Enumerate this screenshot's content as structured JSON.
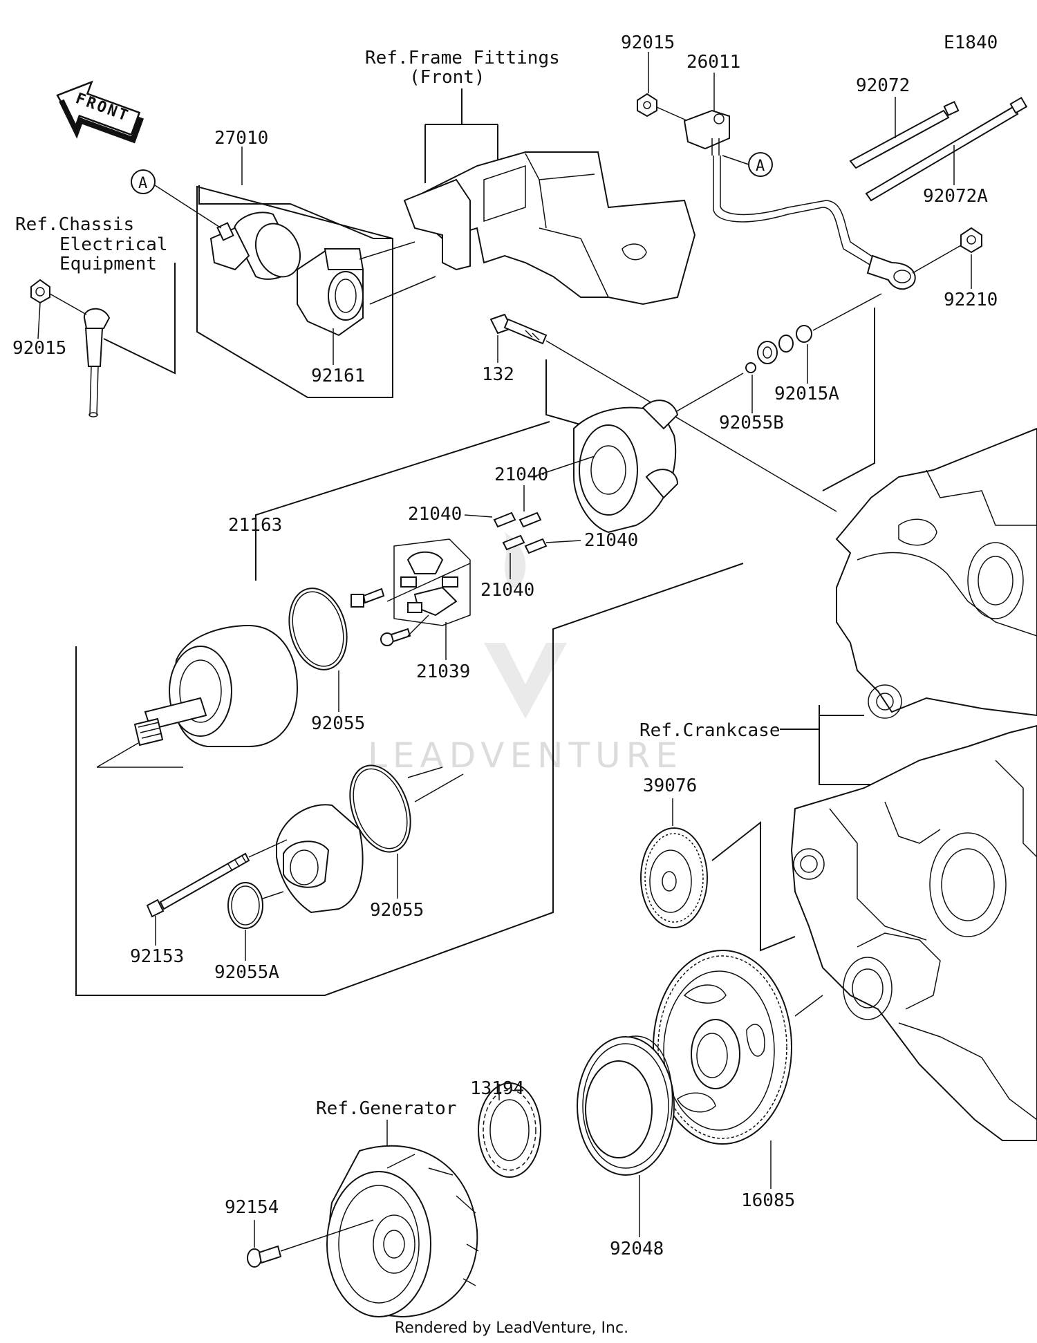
{
  "diagram_code": "E1840",
  "front_label": "FRONT",
  "watermark": "LEADVENTURE",
  "footer": "Rendered by LeadVenture, Inc.",
  "callout_letter": "A",
  "references": {
    "frame_fittings_1": "Ref.Frame Fittings",
    "frame_fittings_2": "(Front)",
    "chassis_1": "Ref.Chassis",
    "chassis_2": "Electrical",
    "chassis_3": "Equipment",
    "crankcase": "Ref.Crankcase",
    "generator": "Ref.Generator"
  },
  "parts": {
    "p92015_top": "92015",
    "p26011": "26011",
    "p92072": "92072",
    "p92072A": "92072A",
    "p92210": "92210",
    "p27010": "27010",
    "p92161": "92161",
    "p92015_left": "92015",
    "p132": "132",
    "p92015A": "92015A",
    "p92055B": "92055B",
    "p21040_a": "21040",
    "p21040_b": "21040",
    "p21040_c": "21040",
    "p21040_d": "21040",
    "p21163": "21163",
    "p21039": "21039",
    "p92055_a": "92055",
    "p92055_b": "92055",
    "p39076": "39076",
    "p92153": "92153",
    "p92055A": "92055A",
    "p13194": "13194",
    "p16085": "16085",
    "p92154": "92154",
    "p92048": "92048"
  }
}
